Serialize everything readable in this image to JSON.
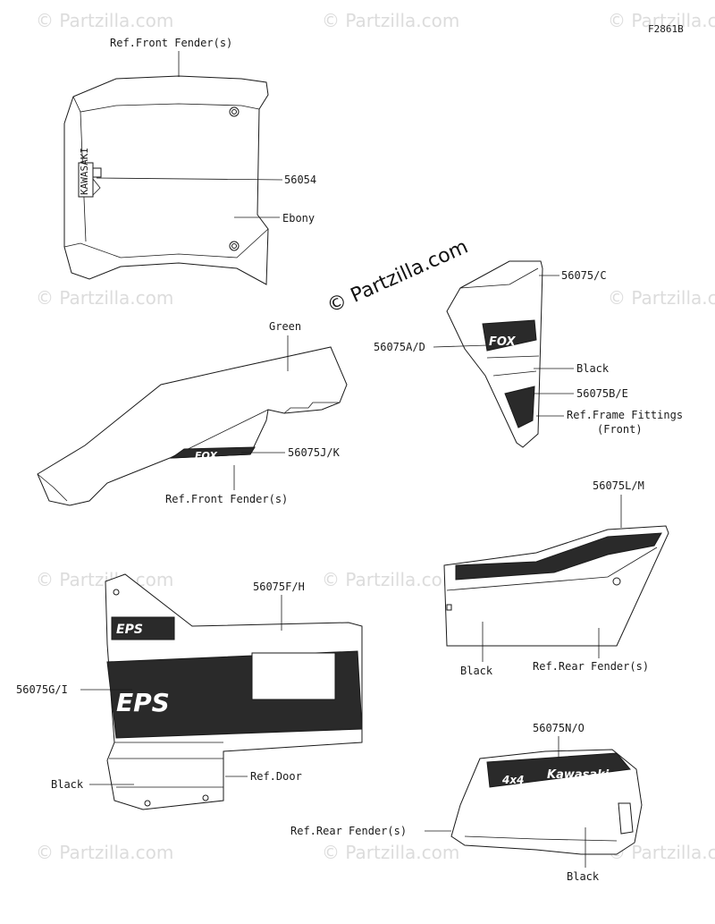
{
  "figure_code": "F2861B",
  "watermark_text": "© Partzilla.com",
  "center_watermark": "© Partzilla.com",
  "labels": {
    "ref_front_fender_top": "Ref.Front Fender(s)",
    "p56054": "56054",
    "ebony": "Ebony",
    "p56075_c": "56075/C",
    "p56075_a_d": "56075A/D",
    "black_1": "Black",
    "p56075_b_e": "56075B/E",
    "ref_frame_fittings": "Ref.Frame Fittings",
    "front_paren": "(Front)",
    "green": "Green",
    "p56075_j_k": "56075J/K",
    "ref_front_fender_mid": "Ref.Front Fender(s)",
    "p56075_l_m": "56075L/M",
    "black_2": "Black",
    "ref_rear_fender_1": "Ref.Rear Fender(s)",
    "p56075_f_h": "56075F/H",
    "p56075_g_i": "56075G/I",
    "black_3": "Black",
    "ref_door": "Ref.Door",
    "p56075_n_o": "56075N/O",
    "ref_rear_fender_2": "Ref.Rear Fender(s)",
    "black_4": "Black"
  },
  "decals": {
    "fox_1": "FOX",
    "fox_2": "FOX",
    "eps": "EPS",
    "kawasaki": "Kawasaki",
    "four_by_four": "4x4",
    "vertical_logo": "KAWASAKI"
  },
  "colors": {
    "line": "#1a1a1a",
    "watermark": "#dcdcdc",
    "decal_dark": "#2a2a2a"
  }
}
